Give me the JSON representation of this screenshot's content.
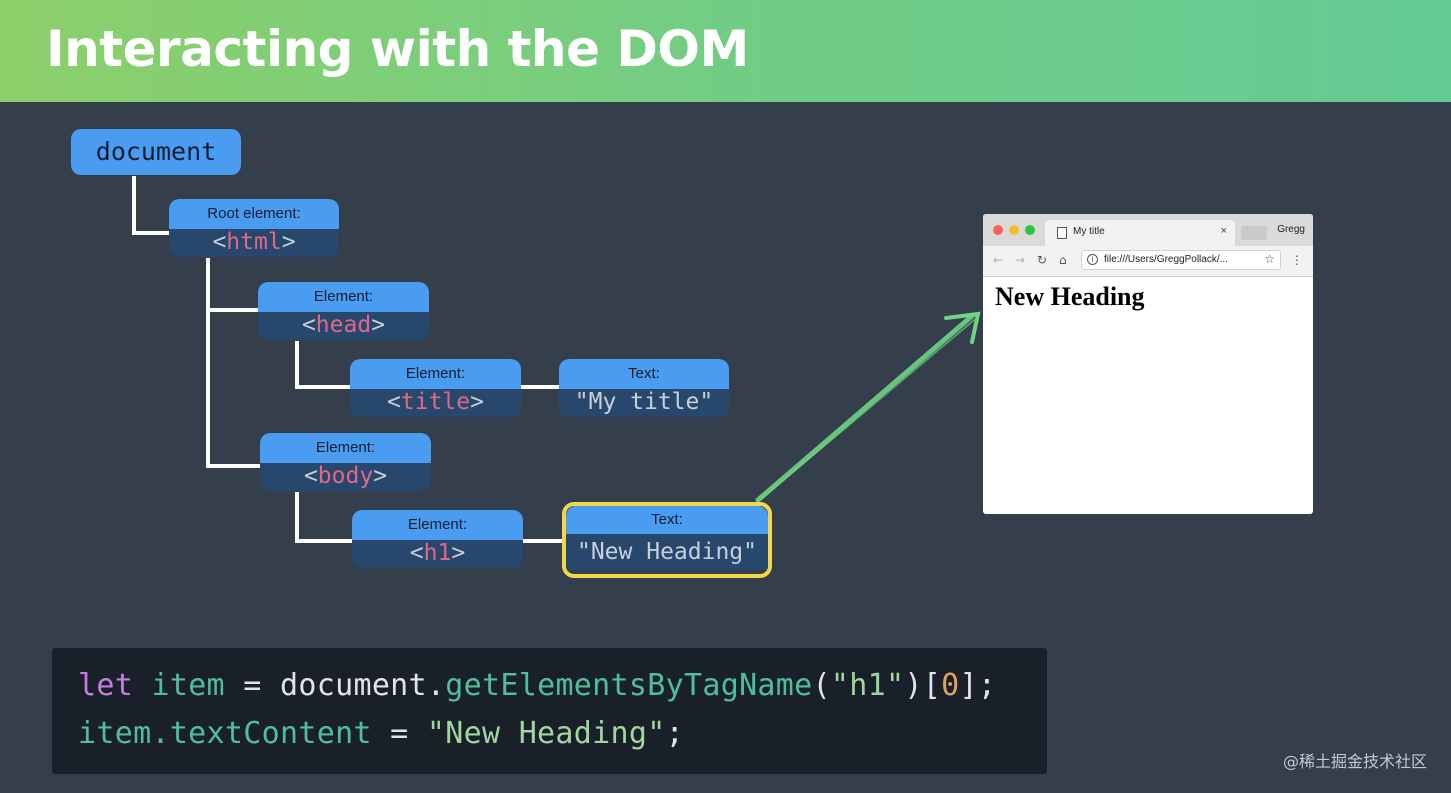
{
  "slide": {
    "title": "Interacting with the DOM"
  },
  "tree": {
    "document": "document",
    "html": {
      "label": "Root element:",
      "open": "<",
      "name": "html",
      "close": ">"
    },
    "head": {
      "label": "Element:",
      "open": "<",
      "name": "head",
      "close": ">"
    },
    "title": {
      "label": "Element:",
      "open": "<",
      "name": "title",
      "close": ">"
    },
    "title_text": {
      "label": "Text:",
      "value": "\"My title\""
    },
    "body": {
      "label": "Element:",
      "open": "<",
      "name": "body",
      "close": ">"
    },
    "h1": {
      "label": "Element:",
      "open": "<",
      "name": "h1",
      "close": ">"
    },
    "h1_text": {
      "label": "Text:",
      "value": "\"New Heading\""
    }
  },
  "browser": {
    "tab_title": "My title",
    "tab_close": "×",
    "profile": "Gregg",
    "url": "file:///Users/GreggPollack/...",
    "page_heading": "New Heading",
    "icons": [
      "back-arrow-icon",
      "forward-arrow-icon",
      "reload-icon",
      "home-icon",
      "info-icon",
      "star-icon",
      "menu-icon",
      "document-icon"
    ]
  },
  "code": {
    "line1": {
      "let": "let",
      "item": "item",
      "eq": " = ",
      "obj": "document.",
      "method": "getElementsByTagName",
      "paren_open": "(",
      "arg": "\"h1\"",
      "paren_close": ")[",
      "index": "0",
      "end": "];"
    },
    "line2": {
      "obj": "item.",
      "prop": "textContent",
      "eq": " = ",
      "value": "\"New Heading\"",
      "end": ";"
    }
  },
  "watermark": "@稀土掘金技术社区",
  "colors": {
    "header_gradient_start": "#8ccf6a",
    "header_gradient_end": "#65cc96",
    "background": "#353f4b",
    "node_label": "#4a9cf0",
    "node_body": "#27476d",
    "tag_name": "#e06a86",
    "highlight": "#f0d84a",
    "arrow": "#6fd484"
  }
}
